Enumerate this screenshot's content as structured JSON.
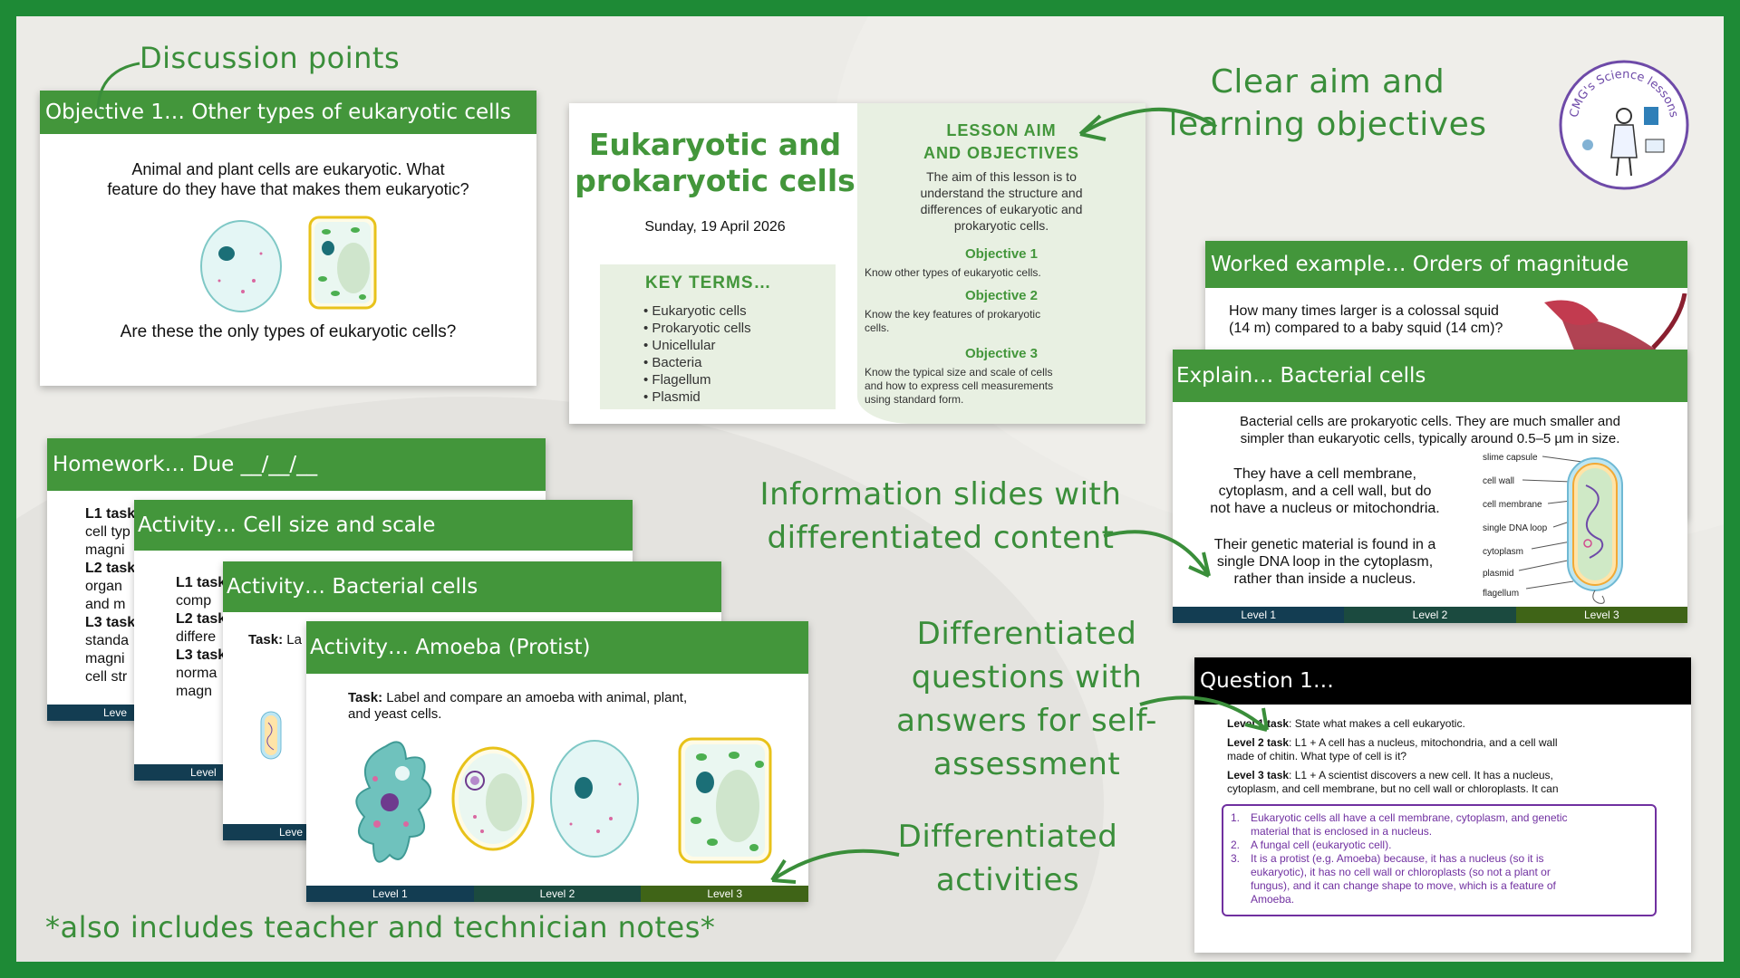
{
  "callouts": {
    "discussion": "Discussion points",
    "aim_line1": "Clear aim and",
    "aim_line2": "learning objectives",
    "info_line1": "Information slides with",
    "info_line2": "differentiated content",
    "dq_line1": "Differentiated",
    "dq_line2": "questions with",
    "dq_line3": "answers for self-",
    "dq_line4": "assessment",
    "da_line1": "Differentiated",
    "da_line2": "activities",
    "footer": "*also includes teacher and technician notes*"
  },
  "logo": {
    "text": "CMG's Science lessons"
  },
  "levels": {
    "l1": "Level 1",
    "l2": "Level 2",
    "l3": "Level 3"
  },
  "objective_slide": {
    "title": "Objective 1… Other types of eukaryotic cells",
    "text1": "Animal and plant cells are eukaryotic. What",
    "text2": "feature do they have that makes them eukaryotic?",
    "question": "Are these the only types of eukaryotic cells?"
  },
  "title_slide": {
    "title1": "Eukaryotic and",
    "title2": "prokaryotic cells",
    "date": "Sunday, 19 April 2026",
    "key_terms_heading": "KEY TERMS…",
    "key_terms": [
      "Eukaryotic cells",
      "Prokaryotic cells",
      "Unicellular",
      "Bacteria",
      "Flagellum",
      "Plasmid"
    ],
    "aim_heading1": "LESSON AIM",
    "aim_heading2": "AND OBJECTIVES",
    "aim_text1": "The aim of this lesson is to",
    "aim_text2": "understand the structure and",
    "aim_text3": "differences of eukaryotic and",
    "aim_text4": "prokaryotic cells.",
    "obj1_heading": "Objective 1",
    "obj1_text": "Know other types of eukaryotic cells.",
    "obj2_heading": "Objective 2",
    "obj2_text1": "Know the key features of prokaryotic",
    "obj2_text2": "cells.",
    "obj3_heading": "Objective 3",
    "obj3_text1": "Know the typical size and scale of cells",
    "obj3_text2": "and how to express cell measurements",
    "obj3_text3": "using standard form."
  },
  "worked_slide": {
    "title": "Worked example… Orders of magnitude",
    "text1": "How many times larger is a colossal squid",
    "text2": "(14 m) compared to a baby squid (14 cm)?"
  },
  "explain_slide": {
    "title": "Explain… Bacterial cells",
    "intro1": "Bacterial cells are prokaryotic cells. They are much smaller and",
    "intro2": "simpler than eukaryotic cells, typically around 0.5–5 µm in size.",
    "p1_1": "They have a cell membrane,",
    "p1_2": "cytoplasm, and a cell wall, but do",
    "p1_3": "not have a nucleus or mitochondria.",
    "p2_1": "Their genetic material is found in a",
    "p2_2": "single DNA loop in the cytoplasm,",
    "p2_3": "rather than inside a nucleus.",
    "labels": [
      "slime capsule",
      "cell wall",
      "cell membrane",
      "single DNA loop",
      "cytoplasm",
      "plasmid",
      "flagellum"
    ]
  },
  "homework_slide": {
    "title": "Homework… Due __/__/__",
    "l1": "L1 task",
    "l1_text1": "cell typ",
    "l1_text2": "magni",
    "l2": "L2 task",
    "l2_text1": "organ",
    "l2_text2": "and m",
    "l3": "L3 task",
    "l3_text1": "standa",
    "l3_text2": "magni",
    "l3_text3": "cell str",
    "level": "Leve"
  },
  "size_slide": {
    "title": "Activity… Cell size and scale",
    "l1": "L1 task",
    "l1_text": "comp",
    "l2": "L2 task",
    "l2_text": "differe",
    "l3": "L3 task",
    "l3_text1": "norma",
    "l3_text2": "magn",
    "level": "Level"
  },
  "bact_activity_slide": {
    "title": "Activity… Bacterial cells",
    "task": "Task:",
    "task_text": "La",
    "level": "Leve"
  },
  "amoeba_slide": {
    "title": "Activity… Amoeba (Protist)",
    "task": "Task:",
    "task_text1": "Label and compare an amoeba with animal, plant,",
    "task_text2": "and yeast cells."
  },
  "question_slide": {
    "title": "Question 1…",
    "l1": "Level 1 task",
    "l1_text": ": State what makes a cell eukaryotic.",
    "l2": "Level 2 task",
    "l2_text1": ": L1 + A cell has a nucleus, mitochondria, and a cell wall",
    "l2_text2": "made of chitin. What type of cell is it?",
    "l3": "Level 3 task",
    "l3_text1": ": L1 + A scientist discovers a new cell. It has a nucleus,",
    "l3_text2": "cytoplasm, and cell membrane, but no cell wall or chloroplasts. It can",
    "answers": [
      [
        "Eukaryotic cells all have a cell membrane, cytoplasm, and genetic",
        "material that is enclosed in a nucleus."
      ],
      [
        "A fungal cell (eukaryotic cell)."
      ],
      [
        "It is a protist (e.g. Amoeba) because, it has a nucleus (so it is",
        "eukaryotic), it has no cell wall or chloroplasts (so not a plant or",
        "fungus), and it can change shape to move, which is a feature of",
        "Amoeba."
      ]
    ],
    "nums": [
      "1.",
      "2.",
      "3."
    ]
  },
  "colors": {
    "green": "#43963b",
    "callout": "#3a8e3a",
    "purple": "#7030a0"
  }
}
